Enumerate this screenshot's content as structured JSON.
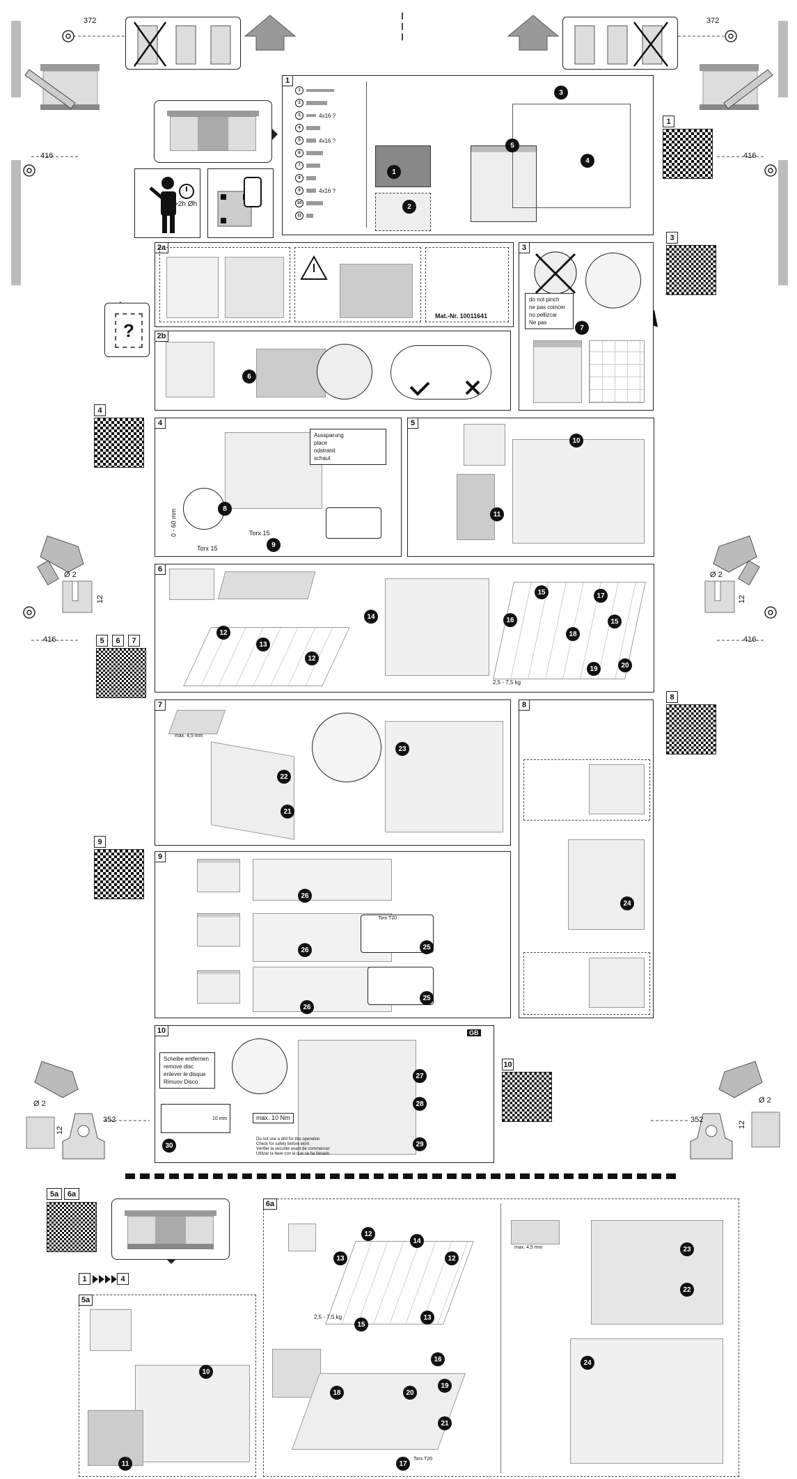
{
  "dims": {
    "top_left": "372",
    "top_right": "372",
    "mid_left": "416",
    "mid_right": "416",
    "drill_left": "416",
    "drill_right": "416",
    "lower_left": "352",
    "lower_right": "352",
    "drill_diameter": "Ø 2",
    "drill_depth": "12"
  },
  "qr": {
    "q1": "1",
    "q3": "3",
    "q4": "4",
    "q5": "5",
    "q6": "6",
    "q7": "7",
    "q8": "8",
    "q9": "9",
    "q10": "10",
    "q5a": "5a",
    "q6a": "6a"
  },
  "panels": {
    "p1": "1",
    "p2a": "2a",
    "p2b": "2b",
    "p3": "3",
    "p4": "4",
    "p5": "5",
    "p6": "6",
    "p7": "7",
    "p8": "8",
    "p9": "9",
    "p10": "10",
    "p5a": "5a",
    "p6a": "6a"
  },
  "panel1": {
    "time": ">2h Øh",
    "parts": [
      "1",
      "2",
      "3",
      "4",
      "5",
      "6",
      "7",
      "8",
      "9",
      "10",
      "11"
    ],
    "part_texts": [
      "",
      "",
      "4x16 ?",
      "",
      "4x16 ?",
      "",
      "",
      "",
      "4x16 ?",
      "",
      ""
    ],
    "step1": "1",
    "step2": "2",
    "step3": "3",
    "step4": "4",
    "step5": "5"
  },
  "panel2a": {
    "mat_nr": "Mat.-Nr. 10011641"
  },
  "panel3": {
    "warning_lines": [
      "do not pinch",
      "ne pas coincer",
      "no pellizcar",
      "Ne pas"
    ],
    "step7": "7"
  },
  "panel4": {
    "notice_lines": [
      "Aussparung",
      "place",
      "odstranit",
      "schaut"
    ],
    "dim": "0 - 60 mm",
    "rail": "Torx 15",
    "rail2": "Torx 15",
    "s8": "8",
    "s9": "9"
  },
  "panel5": {
    "s10": "10",
    "s11": "11"
  },
  "panel6": {
    "s12": "12",
    "s13": "13",
    "s14": "14",
    "s15": "15",
    "s16": "16",
    "s17": "17",
    "s18": "18",
    "s19": "19",
    "s20": "20",
    "weight": "2,5 - 7,5 kg"
  },
  "panel7": {
    "s21": "21",
    "s22": "22",
    "s23": "23",
    "gap": "max. 4,5 mm"
  },
  "panel8": {
    "s24": "24"
  },
  "panel9": {
    "s25": "25",
    "s26": "26",
    "torx": "Torx T20"
  },
  "panel10": {
    "glass_lines": [
      "Scheibe entfernen",
      "remove disc",
      "enlever le disque",
      "Rimuov Disco"
    ],
    "torque": "max. 10 Nm",
    "s27": "27",
    "s28": "28",
    "s29": "29",
    "s30": "30",
    "gb": "GB",
    "footer_lines": [
      "Do not use a drill for this operation",
      "Check for safety before work",
      "Vérifier la sécurité avant de commencer",
      "Utilizar la llave con la que se ha llevado"
    ],
    "depth": "10 mm"
  },
  "flow": {
    "from": "1",
    "to": "4"
  },
  "panel5a": {
    "s10": "10",
    "s11": "11"
  },
  "panel6a": {
    "s12": "12",
    "s13": "13",
    "s14": "14",
    "s15": "15",
    "s16": "16",
    "s17": "17",
    "s18": "18",
    "s19": "19",
    "s20": "20",
    "s21": "21",
    "s22": "22",
    "s23": "23",
    "s24": "24",
    "weight": "2,5 - 7,5 kg",
    "torx": "Torx T20",
    "gap": "max. 4,5 mm"
  }
}
